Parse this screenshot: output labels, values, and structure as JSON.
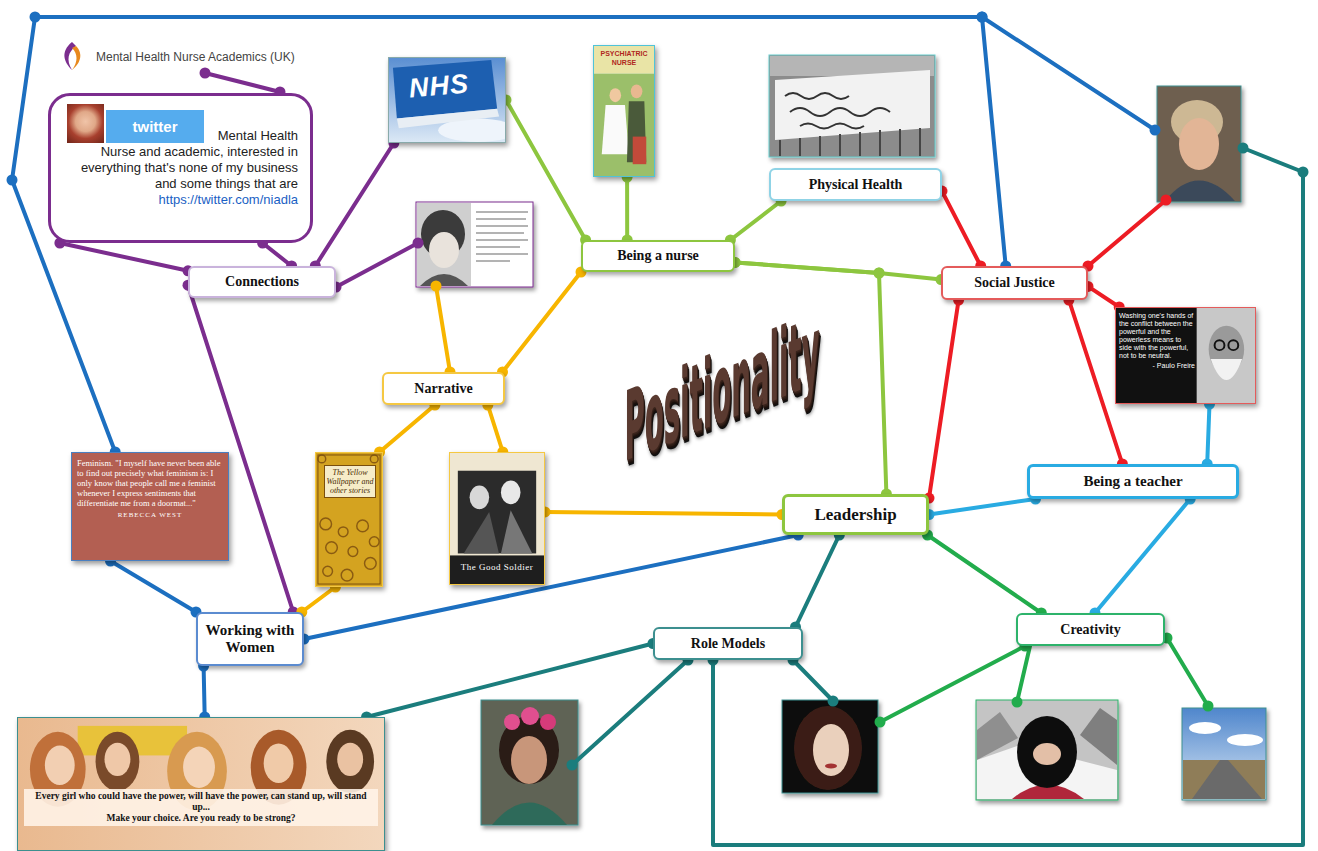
{
  "diagram": {
    "title": "Positionality",
    "nodes": [
      {
        "text": [
          "Mental Health Nurse Academics (UK)",
          "Mental Health Nurse and academic, interested in everything that's none of my business and some things that are",
          "https://twitter.com/niadla"
        ]
      },
      {
        "text": [
          "NHS"
        ]
      },
      {
        "text": [
          "PSYCHIATRIC NURSE"
        ]
      },
      {
        "text": [
          "Being a nurse"
        ]
      },
      {
        "text": [
          "Physical Health"
        ]
      },
      {
        "text": [
          "Connections"
        ]
      },
      {
        "text": [
          "Social Justice"
        ]
      },
      {
        "text": [
          "Washing one's hands of the conflict between the powerful and the powerless means to side with the powerful, not to be neutral.",
          "- Paulo Freire"
        ]
      },
      {
        "text": [
          "Narrative"
        ]
      },
      {
        "text": [
          "Feminism. \"I myself have never been able to find out precisely what feminism is: I only know that people call me a feminist whenever I express sentiments that differentiate me from a doormat...\"",
          "REBECCA WEST"
        ]
      },
      {
        "text": [
          "The Yellow Wallpaper and other stories"
        ]
      },
      {
        "text": [
          "The Good Soldier"
        ]
      },
      {
        "text": [
          "Leadership"
        ]
      },
      {
        "text": [
          "Being a teacher"
        ]
      },
      {
        "text": [
          "Working with Women"
        ]
      },
      {
        "text": [
          "Role Models"
        ]
      },
      {
        "text": [
          "Creativity"
        ]
      },
      {
        "text": [
          "Every girl who could have the power, will have the power, can stand up, will stand up...",
          "Make your choice. Are you ready to be strong?"
        ]
      }
    ],
    "edges": [
      {
        "from": 0,
        "to": 5,
        "arrow": "none"
      },
      {
        "from": 0,
        "to": 5,
        "arrow": "none"
      },
      {
        "from": 5,
        "to": 1,
        "arrow": "none"
      },
      {
        "from": 5,
        "to": 14,
        "arrow": "none"
      },
      {
        "from": 3,
        "to": 1,
        "arrow": "none"
      },
      {
        "from": 3,
        "to": 2,
        "arrow": "none"
      },
      {
        "from": 3,
        "to": 4,
        "arrow": "none"
      },
      {
        "from": 3,
        "to": 6,
        "arrow": "none"
      },
      {
        "from": 3,
        "to": 12,
        "arrow": "none"
      },
      {
        "from": 4,
        "to": 6,
        "arrow": "none"
      },
      {
        "from": 6,
        "to": 7,
        "arrow": "none"
      },
      {
        "from": 6,
        "to": 12,
        "arrow": "none"
      },
      {
        "from": 6,
        "to": 13,
        "arrow": "none"
      },
      {
        "from": 6,
        "to": 9,
        "arrow": "none"
      },
      {
        "from": 8,
        "to": 3,
        "arrow": "none"
      },
      {
        "from": 8,
        "to": 10,
        "arrow": "none"
      },
      {
        "from": 8,
        "to": 11,
        "arrow": "none"
      },
      {
        "from": 11,
        "to": 12,
        "arrow": "none"
      },
      {
        "from": 10,
        "to": 14,
        "arrow": "none"
      },
      {
        "from": 9,
        "to": 14,
        "arrow": "none"
      },
      {
        "from": 14,
        "to": 17,
        "arrow": "none"
      },
      {
        "from": 14,
        "to": 12,
        "arrow": "none"
      },
      {
        "from": 13,
        "to": 7,
        "arrow": "none"
      },
      {
        "from": 13,
        "to": 12,
        "arrow": "none"
      },
      {
        "from": 13,
        "to": 16,
        "arrow": "none"
      },
      {
        "from": 12,
        "to": 15,
        "arrow": "none"
      },
      {
        "from": 15,
        "to": 17,
        "arrow": "none"
      },
      {
        "from": 12,
        "to": 16,
        "arrow": "none"
      }
    ],
    "labels": [
      "twitter"
    ]
  }
}
